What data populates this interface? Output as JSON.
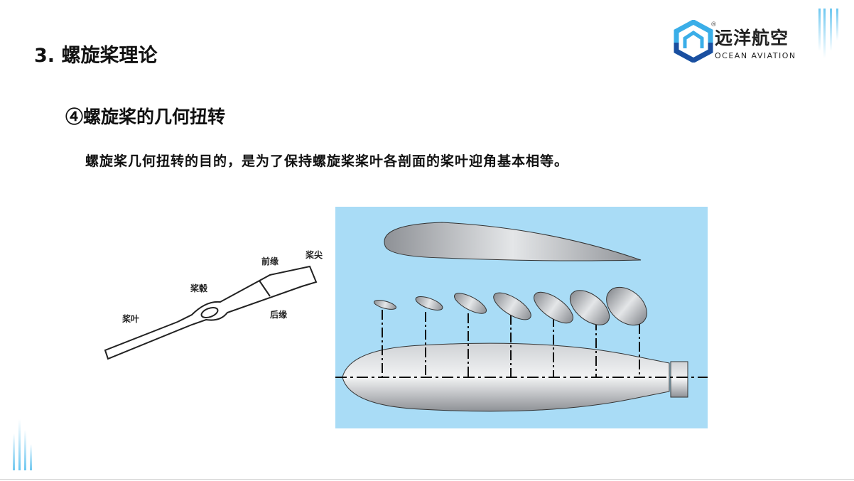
{
  "slide": {
    "title": "3. 螺旋桨理论",
    "subtitle": "④螺旋桨的几何扭转",
    "description": "螺旋桨几何扭转的目的，是为了保持螺旋桨桨叶各剖面的桨叶迎角基本相等。"
  },
  "logo": {
    "name_cn": "远洋航空",
    "name_en": "OCEAN AVIATION",
    "registered": "®"
  },
  "figure_left": {
    "labels": {
      "blade": "桨叶",
      "hub": "桨毂",
      "leading_edge": "前缘",
      "tip": "桨尖",
      "trailing_edge": "后缘"
    }
  },
  "colors": {
    "accent": "#6cc7f0",
    "figure_bg": "#a9dcf6",
    "logo_light": "#3aaee8",
    "logo_dark": "#1a4fa0"
  }
}
